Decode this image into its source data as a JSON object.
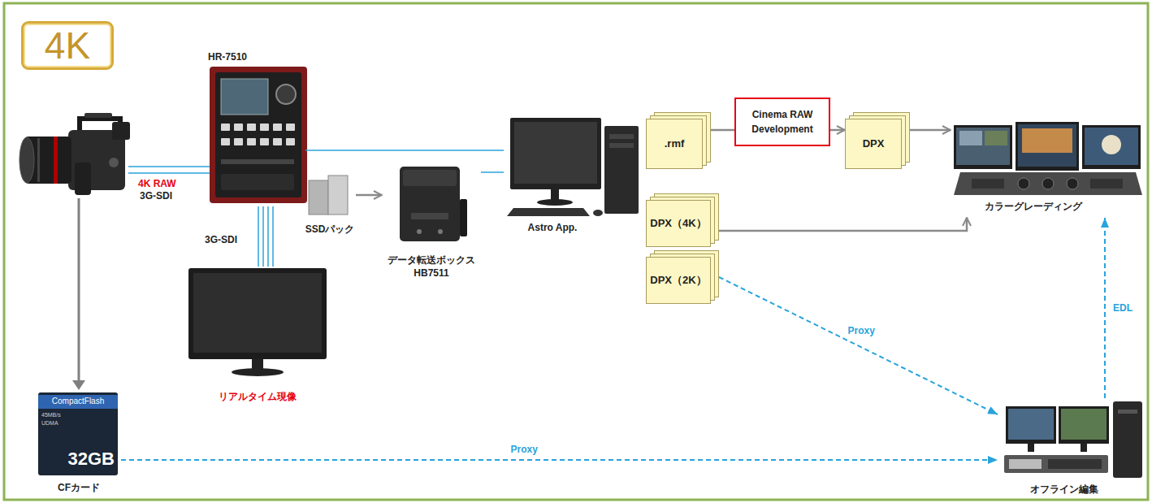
{
  "diagram": {
    "nodes": [
      {
        "text": [
          "4K"
        ]
      },
      {
        "text": [
          "HR-7510"
        ]
      },
      {
        "text": [
          "SSDパック"
        ]
      },
      {
        "text": [
          "データ転送ボックス HB7511"
        ]
      },
      {
        "text": [
          "リアルタイム現像"
        ]
      },
      {
        "text": [
          "Astro App."
        ]
      },
      {
        "text": [
          ".rmf"
        ]
      },
      {
        "text": [
          "Cinema RAW Development"
        ]
      },
      {
        "text": [
          "DPX"
        ]
      },
      {
        "text": [
          "DPX（4K）"
        ]
      },
      {
        "text": [
          "DPX（2K）"
        ]
      },
      {
        "text": [
          "カラーグレーディング"
        ]
      },
      {
        "text": [
          "CompactFlash",
          "45MB/s",
          "UDMA",
          "32GB",
          "CFカード"
        ]
      },
      {
        "text": [
          "オフライン編集"
        ]
      }
    ],
    "edges": [
      {
        "from": 1,
        "to": 5,
        "arrow": "none"
      },
      {
        "from": 1,
        "to": 4,
        "label": "3G-SDI",
        "arrow": "none"
      },
      {
        "from": 2,
        "to": 3,
        "arrow": "to"
      },
      {
        "from": 3,
        "to": 5,
        "arrow": "none"
      },
      {
        "from": 6,
        "to": 7,
        "arrow": "none"
      },
      {
        "from": 7,
        "to": 8,
        "arrow": "to"
      },
      {
        "from": 8,
        "to": 11,
        "arrow": "to"
      },
      {
        "from": 9,
        "to": 11,
        "arrow": "to"
      },
      {
        "from": 10,
        "to": 13,
        "label": "Proxy",
        "arrow": "to"
      },
      {
        "from": 12,
        "to": 13,
        "label": "Proxy",
        "arrow": "to"
      },
      {
        "from": 13,
        "to": 11,
        "label": "EDL",
        "arrow": "to"
      }
    ],
    "labels": [
      "4K RAW",
      "3G-SDI"
    ]
  }
}
